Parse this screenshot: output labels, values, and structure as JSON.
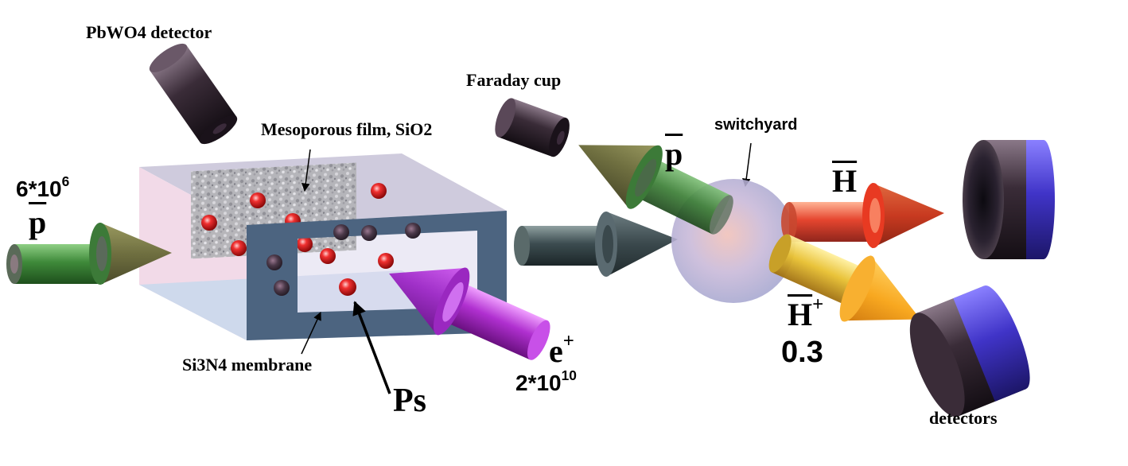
{
  "labels": {
    "pbwo4_detector": "PbWO4 detector",
    "faraday_cup": "Faraday cup",
    "mesoporous_film": "Mesoporous film, SiO2",
    "switchyard": "switchyard",
    "si3n4_membrane": "Si3N4 membrane",
    "ps": "Ps",
    "detectors": "detectors"
  },
  "beams": {
    "antiproton_in": {
      "count_base": "6*10",
      "count_exp": "6",
      "symbol": "p"
    },
    "antiproton_out": {
      "symbol": "p"
    },
    "positron": {
      "symbol": "e",
      "charge": "+",
      "count_base": "2*10",
      "count_exp": "10"
    },
    "antihydrogen": {
      "symbol": "H"
    },
    "antihydrogen_ion": {
      "symbol": "H",
      "charge": "+",
      "fraction": "0.3"
    }
  },
  "colors": {
    "antiproton_beam": "#3f8a3a",
    "antiproton_cone": "#7a7a48",
    "positron_beam": "#b030d0",
    "antihydrogen_beam": "#d83020",
    "antihydrogen_ion_beam": "#f0b020",
    "ps_atom": "#e01818",
    "detector_dark": "#3a2c38",
    "detector_blue": "#4034c8",
    "frame": "#4c6480"
  }
}
